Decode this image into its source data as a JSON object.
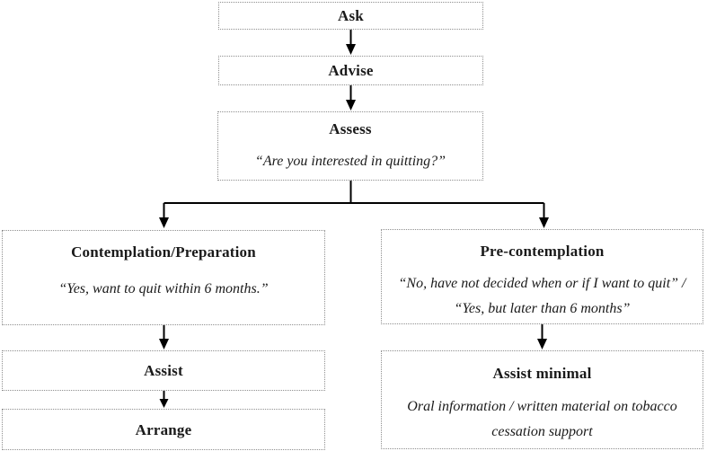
{
  "figure": {
    "type": "flowchart",
    "topic": "tobacco cessation counselling steps",
    "colors": {
      "background": "#ffffff",
      "box_border": "#8f8f8f",
      "text": "#1a1a1a",
      "arrow": "#000000"
    }
  },
  "nodes": {
    "ask": {
      "label": "Ask"
    },
    "advise": {
      "label": "Advise"
    },
    "assess": {
      "label": "Assess",
      "quote": "“Are you interested in quitting?”"
    },
    "contemplation": {
      "label": "Contemplation/Preparation",
      "quote": "“Yes, want to quit within 6 months.”"
    },
    "precontemplation": {
      "label": "Pre-contemplation",
      "quote": "“No, have not decided when or if I want to quit” / “Yes, but later than 6 months”"
    },
    "assist": {
      "label": "Assist"
    },
    "arrange": {
      "label": "Arrange"
    },
    "assist_minimal": {
      "label": "Assist minimal",
      "quote": "Oral information / written material on tobacco cessation support"
    }
  },
  "edges": [
    {
      "from": "ask",
      "to": "advise"
    },
    {
      "from": "advise",
      "to": "assess"
    },
    {
      "from": "assess",
      "to": "contemplation"
    },
    {
      "from": "assess",
      "to": "precontemplation"
    },
    {
      "from": "contemplation",
      "to": "assist"
    },
    {
      "from": "assist",
      "to": "arrange"
    },
    {
      "from": "precontemplation",
      "to": "assist_minimal"
    }
  ]
}
